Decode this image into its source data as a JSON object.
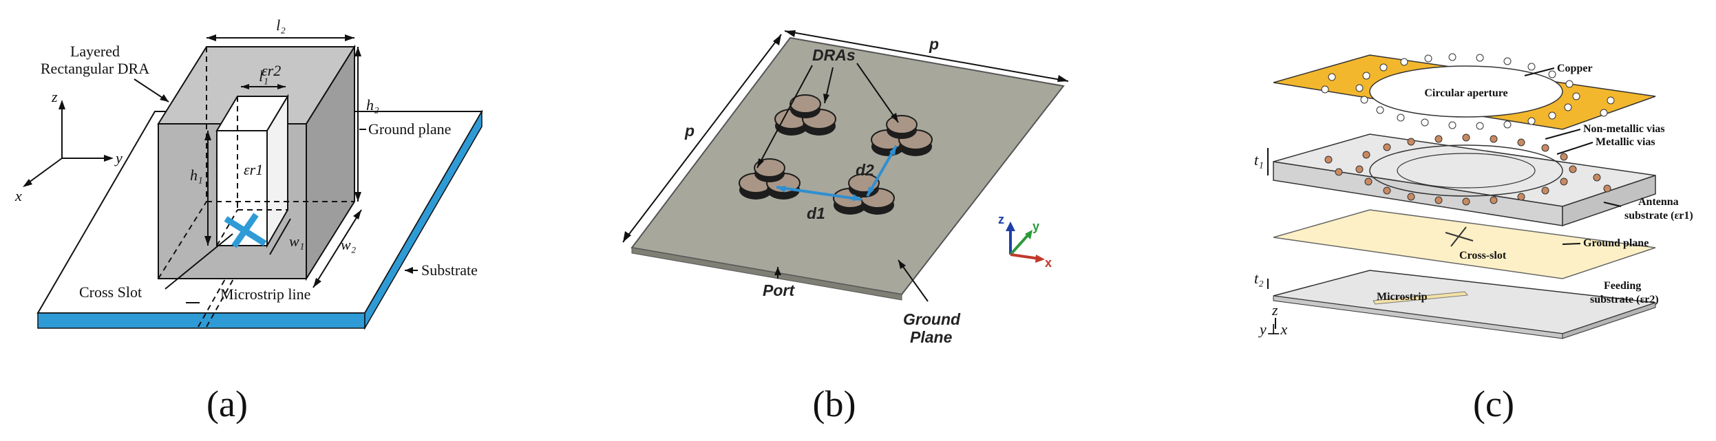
{
  "panels": {
    "a": {
      "caption": "(a)",
      "labels": {
        "layered": "Layered",
        "rect_dra": "Rectangular DRA",
        "ground_plane": "Ground plane",
        "substrate": "Substrate",
        "cross_slot": "Cross Slot",
        "microstrip_line": "Microstrip line",
        "l2": "l₂",
        "l1": "l₁",
        "h2": "h₂",
        "h1": "h₁",
        "w1": "w₁",
        "w2": "w₂",
        "er2": "εr2",
        "er1": "εr1",
        "axis_z": "z",
        "axis_y": "y",
        "axis_x": "x"
      }
    },
    "b": {
      "caption": "(b)",
      "labels": {
        "p_top": "p",
        "p_left": "p",
        "dras": "DRAs",
        "d1": "d1",
        "d2": "d2",
        "port": "Port",
        "ground": "Ground",
        "plane": "Plane",
        "axis_z": "z",
        "axis_y": "y",
        "axis_x": "x"
      }
    },
    "c": {
      "caption": "(c)",
      "labels": {
        "copper": "Copper",
        "circular_aperture": "Circular aperture",
        "non_metallic_vias": "Non-metallic vias",
        "metallic_vias": "Metallic vias",
        "t1": "t₁",
        "antenna": "Antenna",
        "antenna_substrate": "substrate (εr1)",
        "ground_plane": "Ground plane",
        "cross_slot": "Cross-slot",
        "t2": "t₂",
        "feeding": "Feeding",
        "feeding_substrate": "substrate (εr2)",
        "microstrip": "Microstrip",
        "axis_z": "z",
        "axis_yx": "y⊥x"
      }
    }
  },
  "colors": {
    "substrate_blue": "#2e9bd6",
    "dra_grey": "#b5b5b5",
    "plate_grey": "#a7a79c",
    "copper_gold": "#f3b72e",
    "ground_cream": "#fdf0c6",
    "feed_blue": "#2f8fd0"
  }
}
